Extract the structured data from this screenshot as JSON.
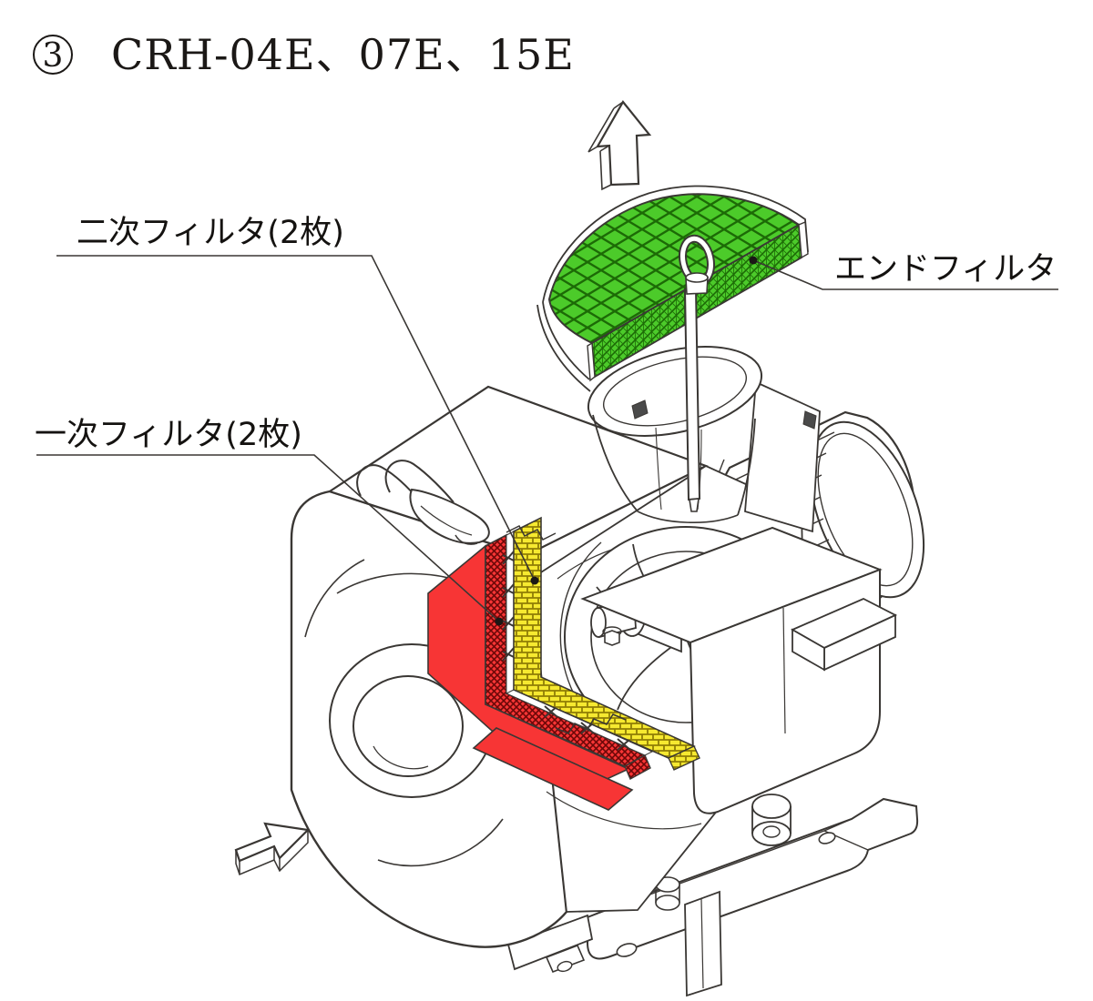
{
  "title": {
    "index_number": "3",
    "models": "CRH-04E、07E、15E"
  },
  "callouts": {
    "secondary_filter": "二次フィルタ(2枚)",
    "primary_filter": "一次フィルタ(2枚)",
    "end_filter": "エンドフィルタ"
  },
  "colors": {
    "end_filter_green": "#4ccb2a",
    "end_filter_green_dark": "#1c6a06",
    "primary_filter_red": "#f73535",
    "primary_filter_red_dark": "#6d0808",
    "secondary_filter_yellow": "#f6e930",
    "secondary_filter_yellow_dark": "#8f7d05",
    "outline": "#3a3734",
    "background": "#ffffff"
  }
}
